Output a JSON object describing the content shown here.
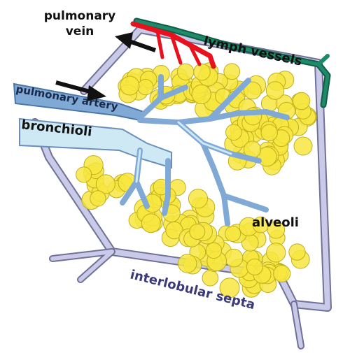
{
  "labels": {
    "pulmonary_vein": [
      "pulmonary",
      "vein"
    ],
    "lymph_vessels": "lymph vessels",
    "pulmonary_artery": "pulmonary artery",
    "bronchioli": "bronchioli",
    "alveoli": "alveoli",
    "interlobular_septa": "interlobular septa"
  },
  "colors": {
    "alveoli_fill": "#f7e640",
    "alveoli_stroke": "#bfae1f",
    "airway_blue": "#80a9d6",
    "airway_light": "#cfe9f4",
    "septa": "#c9c9e8",
    "septa_stroke": "#707098",
    "lymph": "#1f8a6a",
    "vein_red": "#e8121f",
    "text_dark": "#111111",
    "text_septa": "#3a3a7a"
  }
}
